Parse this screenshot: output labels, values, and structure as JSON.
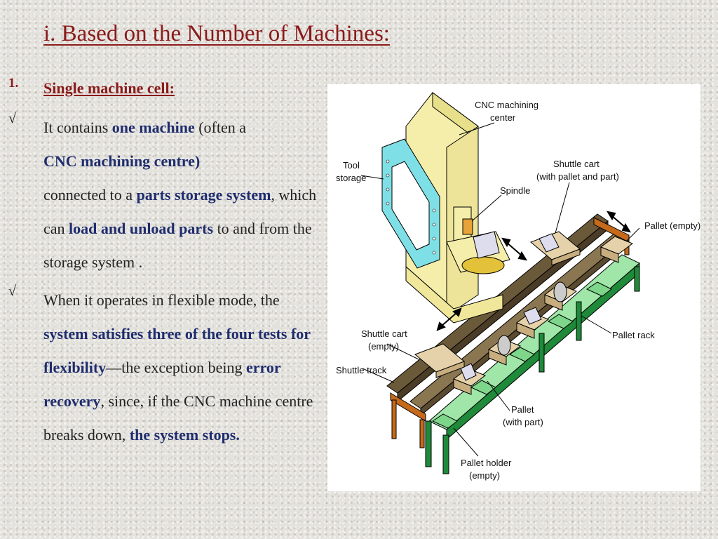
{
  "slide": {
    "title": "i. Based on the Number of Machines:"
  },
  "items": [
    {
      "marker": "1.",
      "heading": "Single machine cell:"
    },
    {
      "marker": "√",
      "segments": [
        {
          "text": "It contains ",
          "bold": false
        },
        {
          "text": "one machine",
          "bold": true
        },
        {
          "text": " (often a ",
          "bold": false
        },
        {
          "text": "CNC machining centre)",
          "bold": true
        },
        {
          "text": " connected to a ",
          "bold": false
        },
        {
          "text": "parts storage system",
          "bold": true
        },
        {
          "text": ", which can ",
          "bold": false
        },
        {
          "text": "load and unload parts",
          "bold": true
        },
        {
          "text": " to and from the storage system .",
          "bold": false
        }
      ]
    },
    {
      "marker": "√",
      "segments": [
        {
          "text": "When it operates in flexible mode, the ",
          "bold": false
        },
        {
          "text": "system satisfies three of the four tests for flexibility",
          "bold": true
        },
        {
          "text": "—the exception being ",
          "bold": false
        },
        {
          "text": "error recovery",
          "bold": true
        },
        {
          "text": ", since, if the CNC machine centre breaks down, ",
          "bold": false
        },
        {
          "text": "the system stops.",
          "bold": true
        }
      ]
    }
  ],
  "figure": {
    "labels": {
      "cnc1": "CNC machining",
      "cnc2": "center",
      "tool1": "Tool",
      "tool2": "storage",
      "spindle": "Spindle",
      "shuttle1": "Shuttle cart",
      "shuttle2": "(with pallet and part)",
      "palletEmpty": "Pallet (empty)",
      "cartEmpty1": "Shuttle cart",
      "cartEmpty2": "(empty)",
      "palletRack": "Pallet rack",
      "track": "Shuttle track",
      "pallet1": "Pallet",
      "pallet2": "(with part)",
      "holder1": "Pallet holder",
      "holder2": "(empty)"
    },
    "colors": {
      "machine": "#f5eeaa",
      "tool_storage": "#7ee0e6",
      "track": "#6b5a3a",
      "rack": "#1e8a3a",
      "rack_top": "#9fe6a8",
      "pallet": "#e6d2aa",
      "table": "#c56a1a"
    }
  }
}
